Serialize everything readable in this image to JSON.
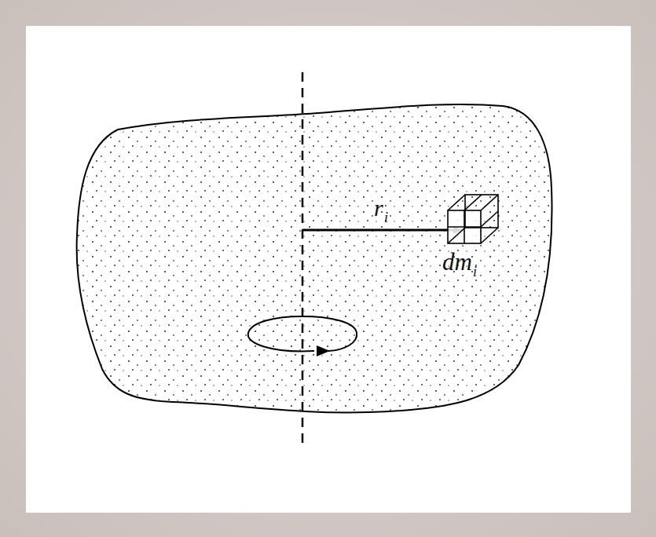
{
  "diagram": {
    "labels": [
      "r",
      "i",
      "dm",
      "i"
    ]
  }
}
